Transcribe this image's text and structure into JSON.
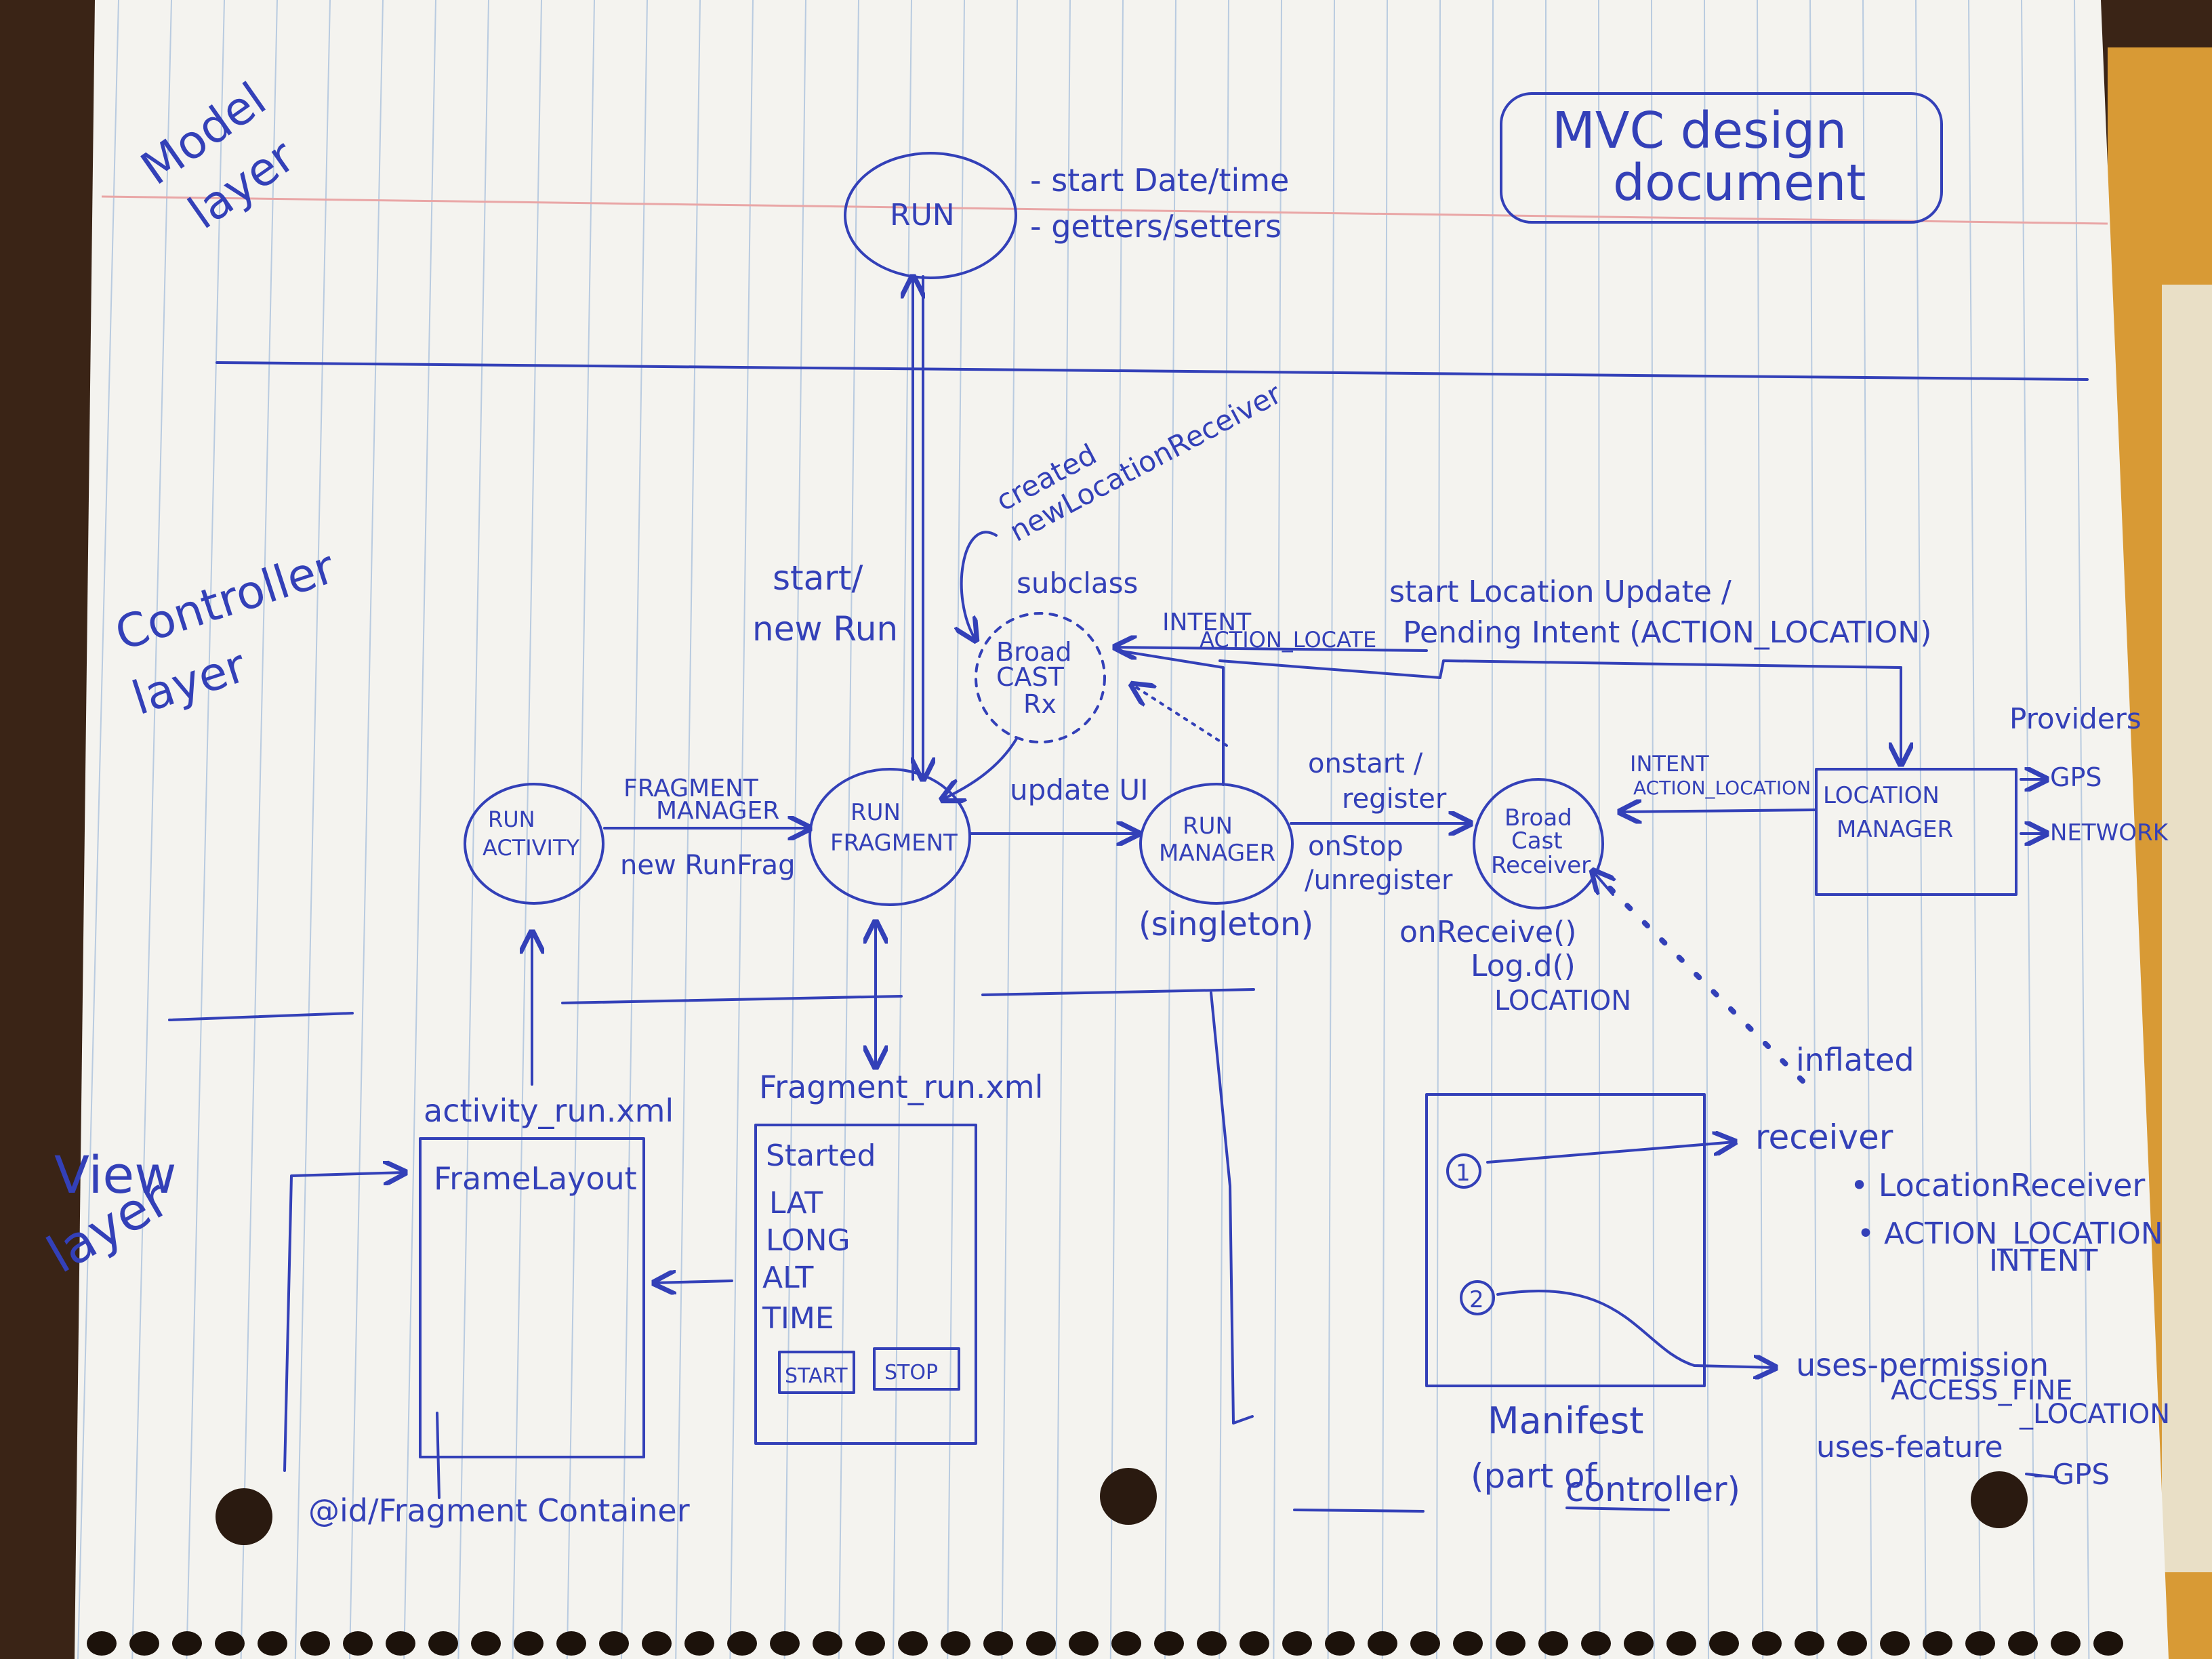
{
  "title": [
    "MVC design",
    "document"
  ],
  "layers": {
    "model": [
      "Model",
      "layer"
    ],
    "controller": [
      "Controller",
      "layer"
    ],
    "view": [
      "View",
      "layer"
    ]
  },
  "model_layer": {
    "run": "RUN",
    "run_fields": [
      "- start Date/time",
      "- getters/setters"
    ]
  },
  "controller_layer": {
    "start_new_run": [
      "start/",
      "new Run"
    ],
    "created_note": [
      "created",
      "newLocationReceiver"
    ],
    "subclass": "subclass",
    "broadcast_rx": [
      "Broad",
      "CAST",
      "Rx"
    ],
    "intent_action": [
      "INTENT",
      "ACTION_LOCATE"
    ],
    "start_location_updates": [
      "start Location Update /",
      "Pending Intent (ACTION_LOCATION)"
    ],
    "run_activity": [
      "RUN",
      "ACTIVITY"
    ],
    "fragment_manager": [
      "FRAGMENT",
      "MANAGER"
    ],
    "new_run_frag": "new RunFrag",
    "run_fragment": [
      "RUN",
      "FRAGMENT"
    ],
    "update_ui": "update UI",
    "run_manager": [
      "RUN",
      "MANAGER"
    ],
    "singleton": "(singleton)",
    "onstart_register": [
      "onstart /",
      "register"
    ],
    "onstop_unregister": [
      "onStop",
      "/unregister"
    ],
    "broadcast_receiver": [
      "Broad",
      "Cast",
      "Receiver"
    ],
    "intent_action_location": [
      "INTENT",
      "ACTION_LOCATION"
    ],
    "location_manager": [
      "LOCATION",
      "MANAGER"
    ],
    "providers": "Providers",
    "gps": "GPS",
    "network": "NETWORK",
    "on_receive": [
      "onReceive()",
      "Log.d()",
      "LOCATION"
    ],
    "inflated": "inflated"
  },
  "view_layer": {
    "activity_xml": "activity_run.xml",
    "frame_layout": "FrameLayout",
    "fragment_xml": "Fragment_run.xml",
    "started": "Started",
    "fields": [
      "LAT",
      "LONG",
      "ALT",
      "TIME"
    ],
    "start_button": "START",
    "stop_button": "STOP",
    "fragment_container": "@id/Fragment Container",
    "manifest_items": [
      "1",
      "2"
    ],
    "receiver": "receiver",
    "receiver_items": [
      "• LocationReceiver",
      "• ACTION_LOCATION",
      "INTENT"
    ],
    "uses_permission": [
      "uses-permission",
      "ACCESS_FINE",
      "_LOCATION"
    ],
    "uses_feature": "uses-feature",
    "feature_gps": "- GPS",
    "manifest": [
      "Manifest",
      "(part of",
      "controller)"
    ]
  },
  "colors": {
    "ink": "#3340b8",
    "paper": "#f4f3ef",
    "rule": "#b9cbe0",
    "margin": "#e9a6a6",
    "background": "#3a2416"
  }
}
